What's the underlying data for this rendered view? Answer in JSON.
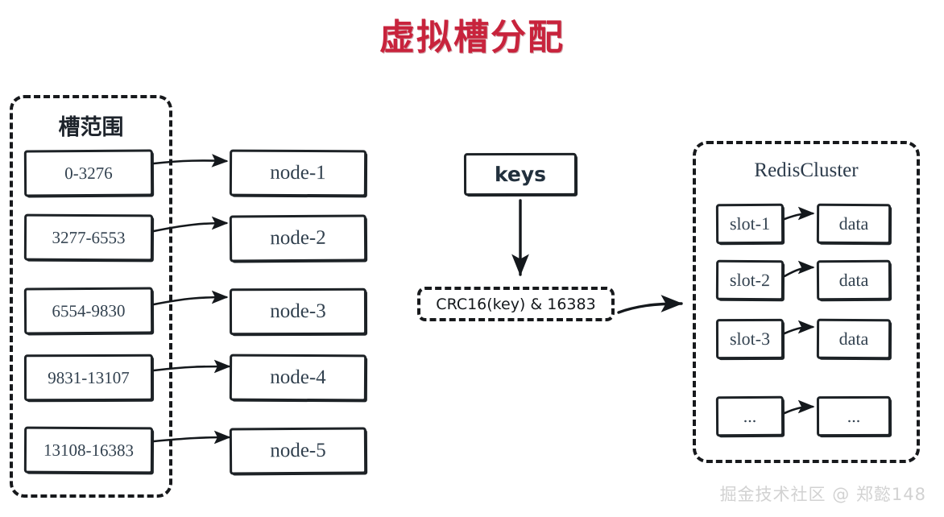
{
  "title": "虚拟槽分配",
  "colors": {
    "title_red": "#c8233c",
    "box_border": "#1d2226",
    "text_navy": "#32414f",
    "watermark_gray": "#d2d2d2"
  },
  "slot_range_panel": {
    "label": "槽范围",
    "ranges": [
      {
        "text": "0-3276"
      },
      {
        "text": "3277-6553"
      },
      {
        "text": "6554-9830"
      },
      {
        "text": "9831-13107"
      },
      {
        "text": "13108-16383"
      }
    ]
  },
  "nodes": [
    {
      "text": "node-1"
    },
    {
      "text": "node-2"
    },
    {
      "text": "node-3"
    },
    {
      "text": "node-4"
    },
    {
      "text": "node-5"
    }
  ],
  "hash_flow": {
    "keys_label": "keys",
    "formula": "CRC16(key) & 16383"
  },
  "cluster_panel": {
    "label": "RedisCluster",
    "rows": [
      {
        "slot": "slot-1",
        "data": "data"
      },
      {
        "slot": "slot-2",
        "data": "data"
      },
      {
        "slot": "slot-3",
        "data": "data"
      },
      {
        "slot": "...",
        "data": "..."
      }
    ]
  },
  "watermark": "掘金技术社区 @ 郑懿148"
}
